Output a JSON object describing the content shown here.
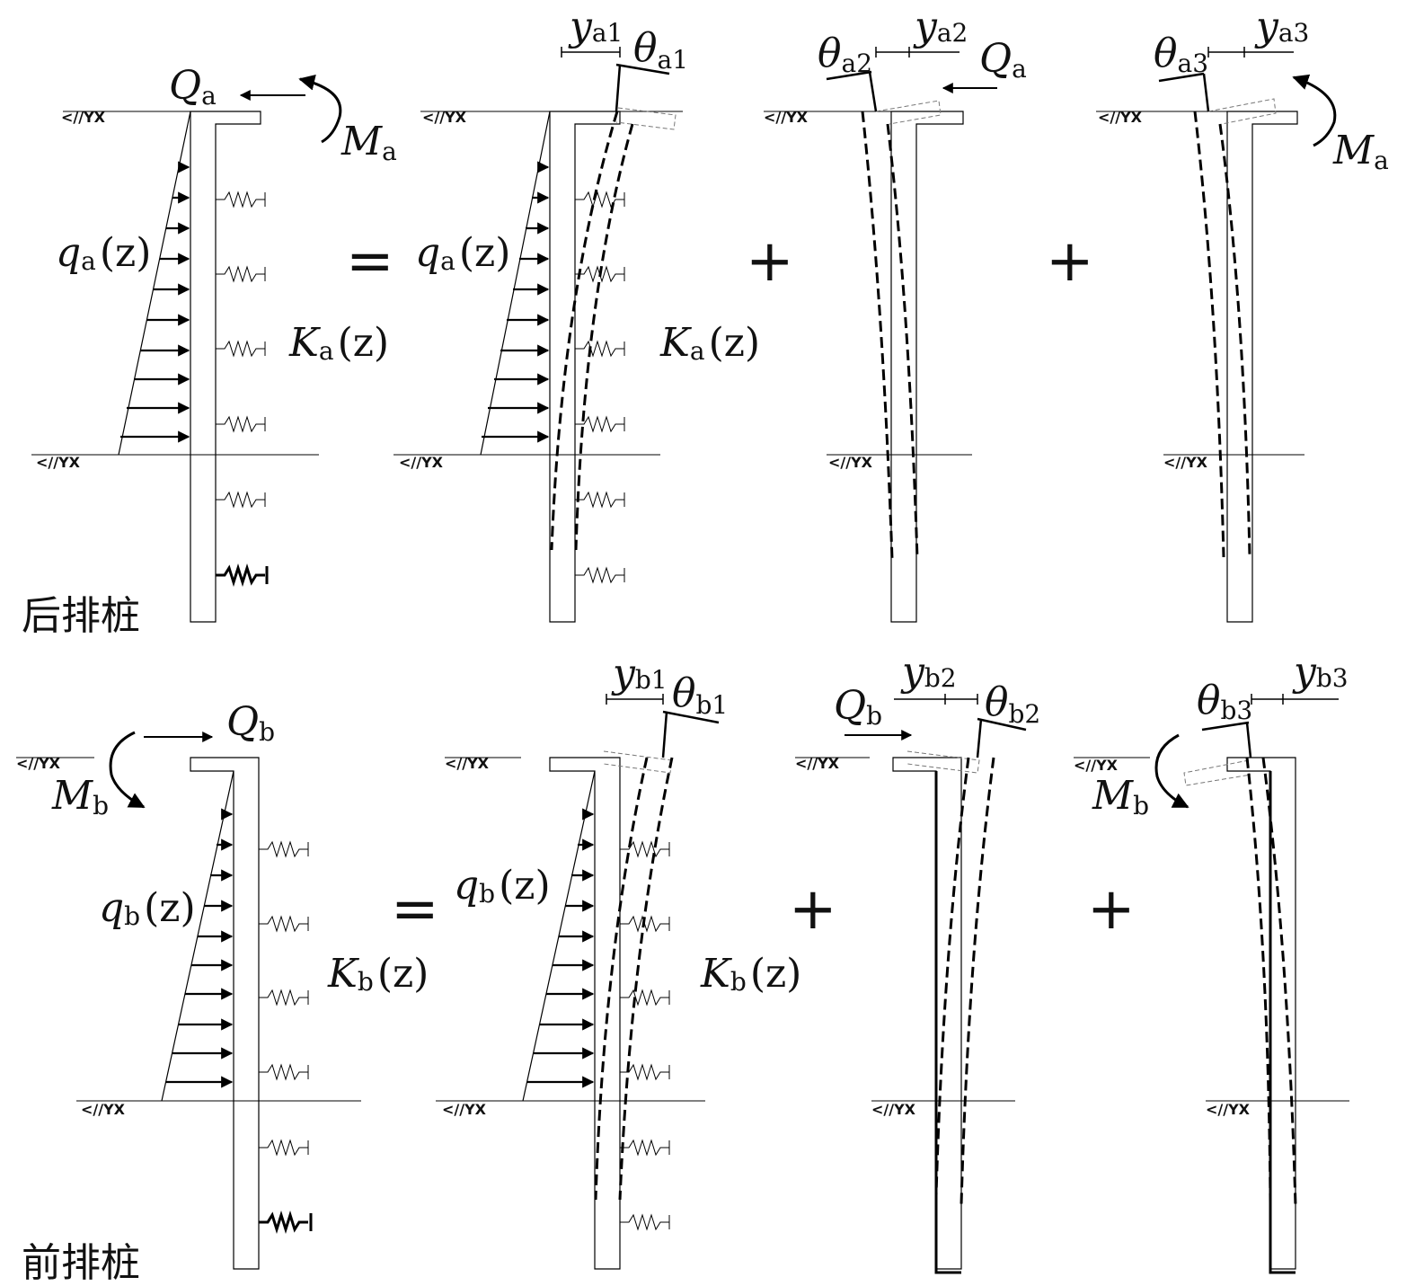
{
  "rows": [
    {
      "title": "后排桩",
      "load_label": {
        "sym": "q",
        "sub": "a",
        "arg": "(z)"
      },
      "spring_label": {
        "sym": "K",
        "sub": "a",
        "arg": "(z)"
      },
      "shear_label": {
        "sym": "Q",
        "sub": "a"
      },
      "moment_label": {
        "sym": "M",
        "sub": "a"
      },
      "disp_labels": [
        {
          "sym": "y",
          "sub": "a1"
        },
        {
          "sym": "y",
          "sub": "a2"
        },
        {
          "sym": "y",
          "sub": "a3"
        }
      ],
      "rot_labels": [
        {
          "sym": "θ",
          "sub": "a1"
        },
        {
          "sym": "θ",
          "sub": "a2"
        },
        {
          "sym": "θ",
          "sub": "a3"
        }
      ]
    },
    {
      "title": "前排桩",
      "load_label": {
        "sym": "q",
        "sub": "b",
        "arg": "(z)"
      },
      "spring_label": {
        "sym": "K",
        "sub": "b",
        "arg": "(z)"
      },
      "shear_label": {
        "sym": "Q",
        "sub": "b"
      },
      "moment_label": {
        "sym": "M",
        "sub": "b"
      },
      "disp_labels": [
        {
          "sym": "y",
          "sub": "b1"
        },
        {
          "sym": "y",
          "sub": "b2"
        },
        {
          "sym": "y",
          "sub": "b3"
        }
      ],
      "rot_labels": [
        {
          "sym": "θ",
          "sub": "b1"
        },
        {
          "sym": "θ",
          "sub": "b2"
        },
        {
          "sym": "θ",
          "sub": "b3"
        }
      ]
    }
  ],
  "operators": {
    "equals": "=",
    "plus": "+"
  },
  "ground_mark": "<//YX"
}
